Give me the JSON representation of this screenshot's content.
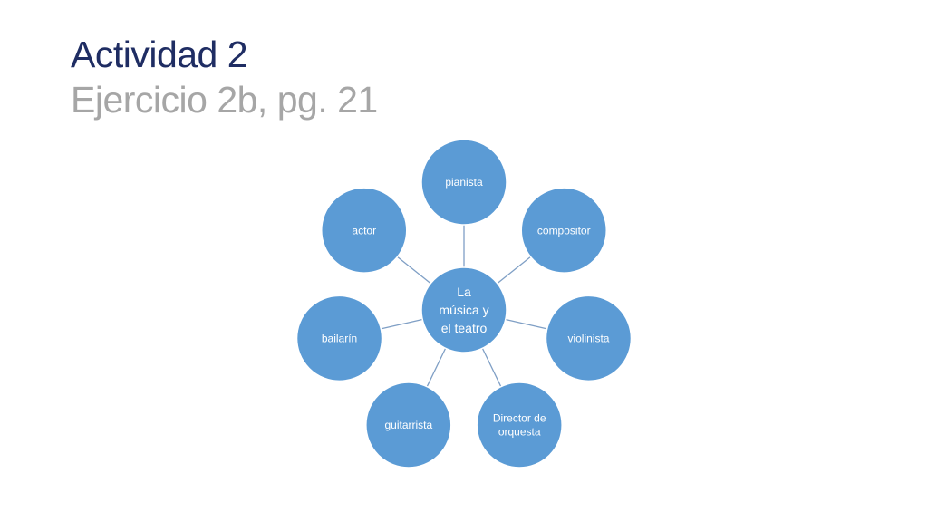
{
  "slide": {
    "title": "Actividad 2",
    "subtitle": "Ejercicio 2b, pg. 21"
  },
  "diagram": {
    "type": "radial-cycle",
    "center": {
      "id": "center",
      "label_lines": [
        "La",
        "música y",
        "el teatro"
      ]
    },
    "nodes": [
      {
        "id": "pianista",
        "label_lines": [
          "pianista"
        ]
      },
      {
        "id": "compositor",
        "label_lines": [
          "compositor"
        ]
      },
      {
        "id": "violinista",
        "label_lines": [
          "violinista"
        ]
      },
      {
        "id": "director-de-orquesta",
        "label_lines": [
          "Director de",
          "orquesta"
        ]
      },
      {
        "id": "guitarrista",
        "label_lines": [
          "guitarrista"
        ]
      },
      {
        "id": "bailarin",
        "label_lines": [
          "bailarín"
        ]
      },
      {
        "id": "actor",
        "label_lines": [
          "actor"
        ]
      }
    ]
  },
  "colors": {
    "node_fill": "#5b9bd5",
    "connector": "#7f9fc5",
    "label": "#ffffff"
  }
}
